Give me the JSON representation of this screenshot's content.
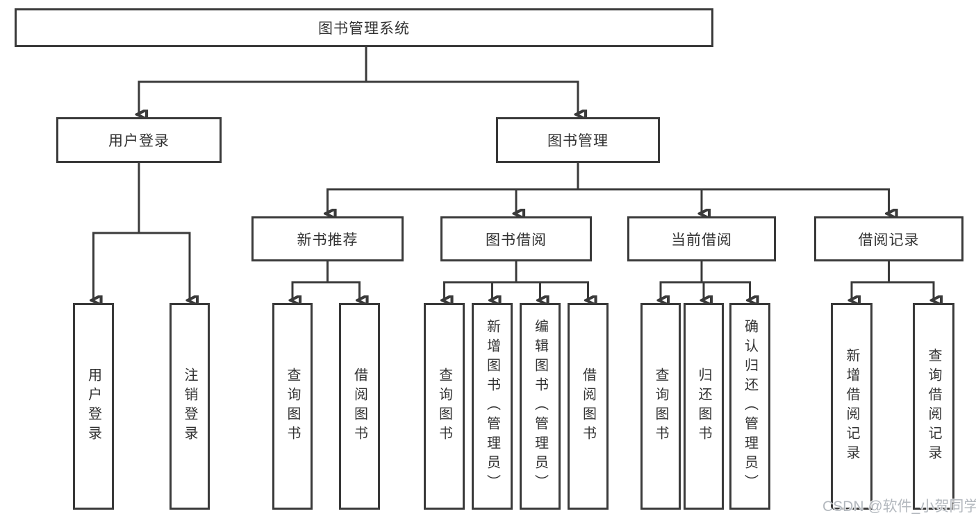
{
  "colors": {
    "line": "#3a3a3a",
    "text": "#333333",
    "box_background": "#ffffff",
    "watermark": "#b3b8be"
  },
  "watermark": "CSDN @软件_小贺同学",
  "nodes": {
    "root": {
      "label": "图书管理系统",
      "children": [
        {
          "label": "用户登录",
          "children": [
            {
              "label": "用户登录"
            },
            {
              "label": "注销登录"
            }
          ]
        },
        {
          "label": "图书管理",
          "children": [
            {
              "label": "新书推荐",
              "children": [
                {
                  "label": "查询图书"
                },
                {
                  "label": "借阅图书"
                }
              ]
            },
            {
              "label": "图书借阅",
              "children": [
                {
                  "label": "查询图书"
                },
                {
                  "label": "新增图书（管理员）"
                },
                {
                  "label": "编辑图书（管理员）"
                },
                {
                  "label": "借阅图书"
                }
              ]
            },
            {
              "label": "当前借阅",
              "children": [
                {
                  "label": "查询图书"
                },
                {
                  "label": "归还图书"
                },
                {
                  "label": "确认归还（管理员）"
                }
              ]
            },
            {
              "label": "借阅记录",
              "children": [
                {
                  "label": "新增借阅记录"
                },
                {
                  "label": "查询借阅记录"
                }
              ]
            }
          ]
        }
      ]
    }
  }
}
